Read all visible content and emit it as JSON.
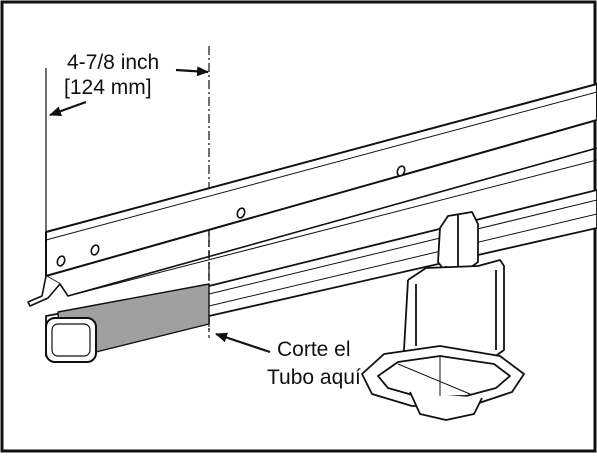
{
  "dimension": {
    "imperial": "4-7/8 inch",
    "metric": "[124 mm]"
  },
  "callout": {
    "line1": "Corte el",
    "line2": "Tubo aquí"
  },
  "colors": {
    "outline": "#111111",
    "tube_fill": "#a0a0a0",
    "background": "#ffffff"
  }
}
